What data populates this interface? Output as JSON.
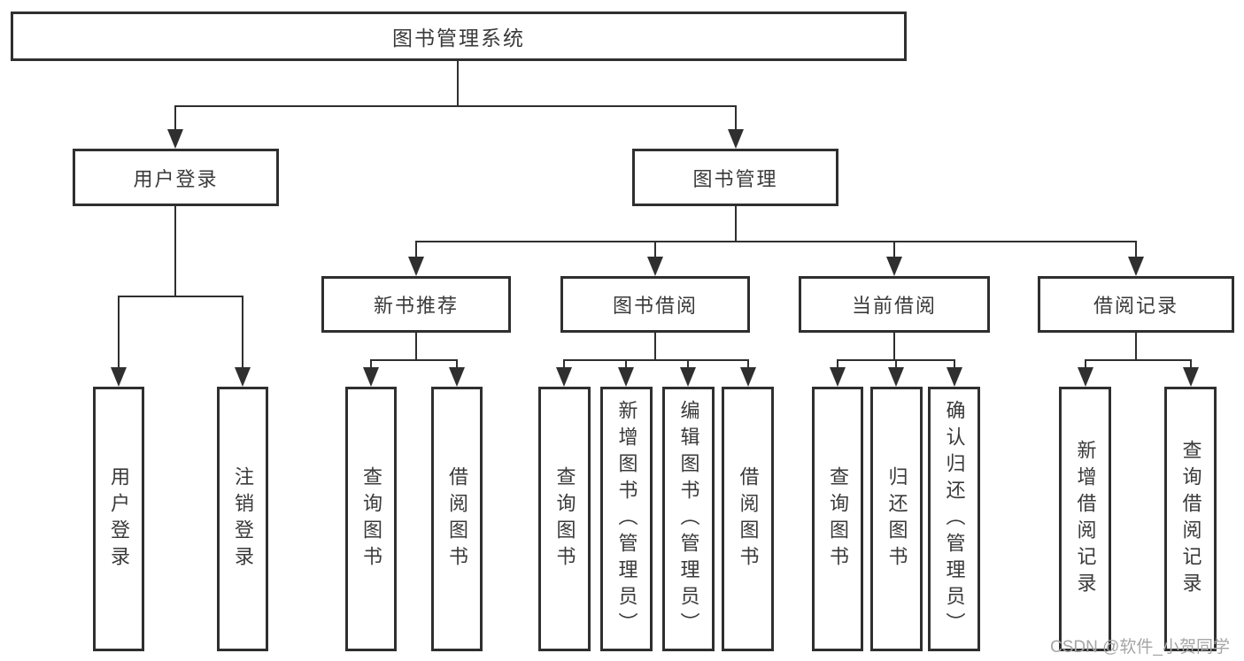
{
  "tree": {
    "label": "图书管理系统",
    "children": [
      {
        "label": "用户登录",
        "children": [
          {
            "label": "用户登录"
          },
          {
            "label": "注销登录"
          }
        ]
      },
      {
        "label": "图书管理",
        "children": [
          {
            "label": "新书推荐",
            "children": [
              {
                "label": "查询图书"
              },
              {
                "label": "借阅图书"
              }
            ]
          },
          {
            "label": "图书借阅",
            "children": [
              {
                "label": "查询图书"
              },
              {
                "label": "新增图书（管理员）"
              },
              {
                "label": "编辑图书（管理员）"
              },
              {
                "label": "借阅图书"
              }
            ]
          },
          {
            "label": "当前借阅",
            "children": [
              {
                "label": "查询图书"
              },
              {
                "label": "归还图书"
              },
              {
                "label": "确认归还（管理员）"
              }
            ]
          },
          {
            "label": "借阅记录",
            "children": [
              {
                "label": "新增借阅记录"
              },
              {
                "label": "查询借阅记录"
              }
            ]
          }
        ]
      }
    ]
  },
  "watermark": {
    "text": "CSDN @软件_小贺同学"
  },
  "colors": {
    "line": "#2f2f2f",
    "text": "#3a3a3a",
    "background": "#ffffff",
    "watermark": "#a6a6a6"
  }
}
